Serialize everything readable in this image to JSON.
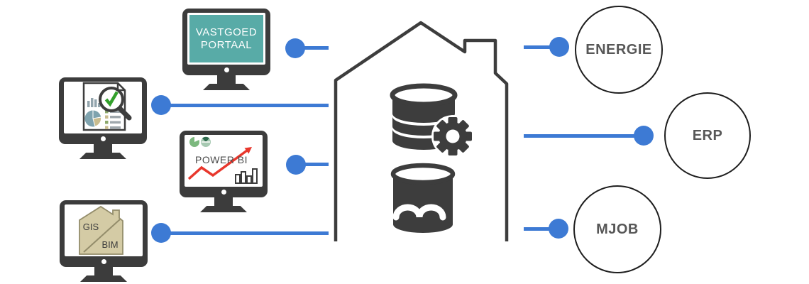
{
  "colors": {
    "accent_blue": "#3D7AD4",
    "dark_gray": "#3D3D3D",
    "teal_screen": "#58ABA7",
    "powerbi_red": "#E8372C",
    "check_green": "#33A02C",
    "gis_house_fill": "#D4CBA5",
    "circle_text": "#575757"
  },
  "sources": {
    "vastgoed": {
      "line1": "VASTGOED",
      "line2": "PORTAAL"
    },
    "inspection": {
      "icon": "document-check-magnifier-icon"
    },
    "powerbi": {
      "label": "POWER BI",
      "icon": "trend-line-arrow-icon"
    },
    "gisbim": {
      "gis": "GIS",
      "bim": "BIM",
      "icon": "gis-bim-house-icon"
    }
  },
  "hub": {
    "icon": "house-with-database-and-gear-icon"
  },
  "systems": {
    "energie": {
      "label": "ENERGIE"
    },
    "erp": {
      "label": "ERP"
    },
    "mjob": {
      "label": "MJOB"
    }
  }
}
